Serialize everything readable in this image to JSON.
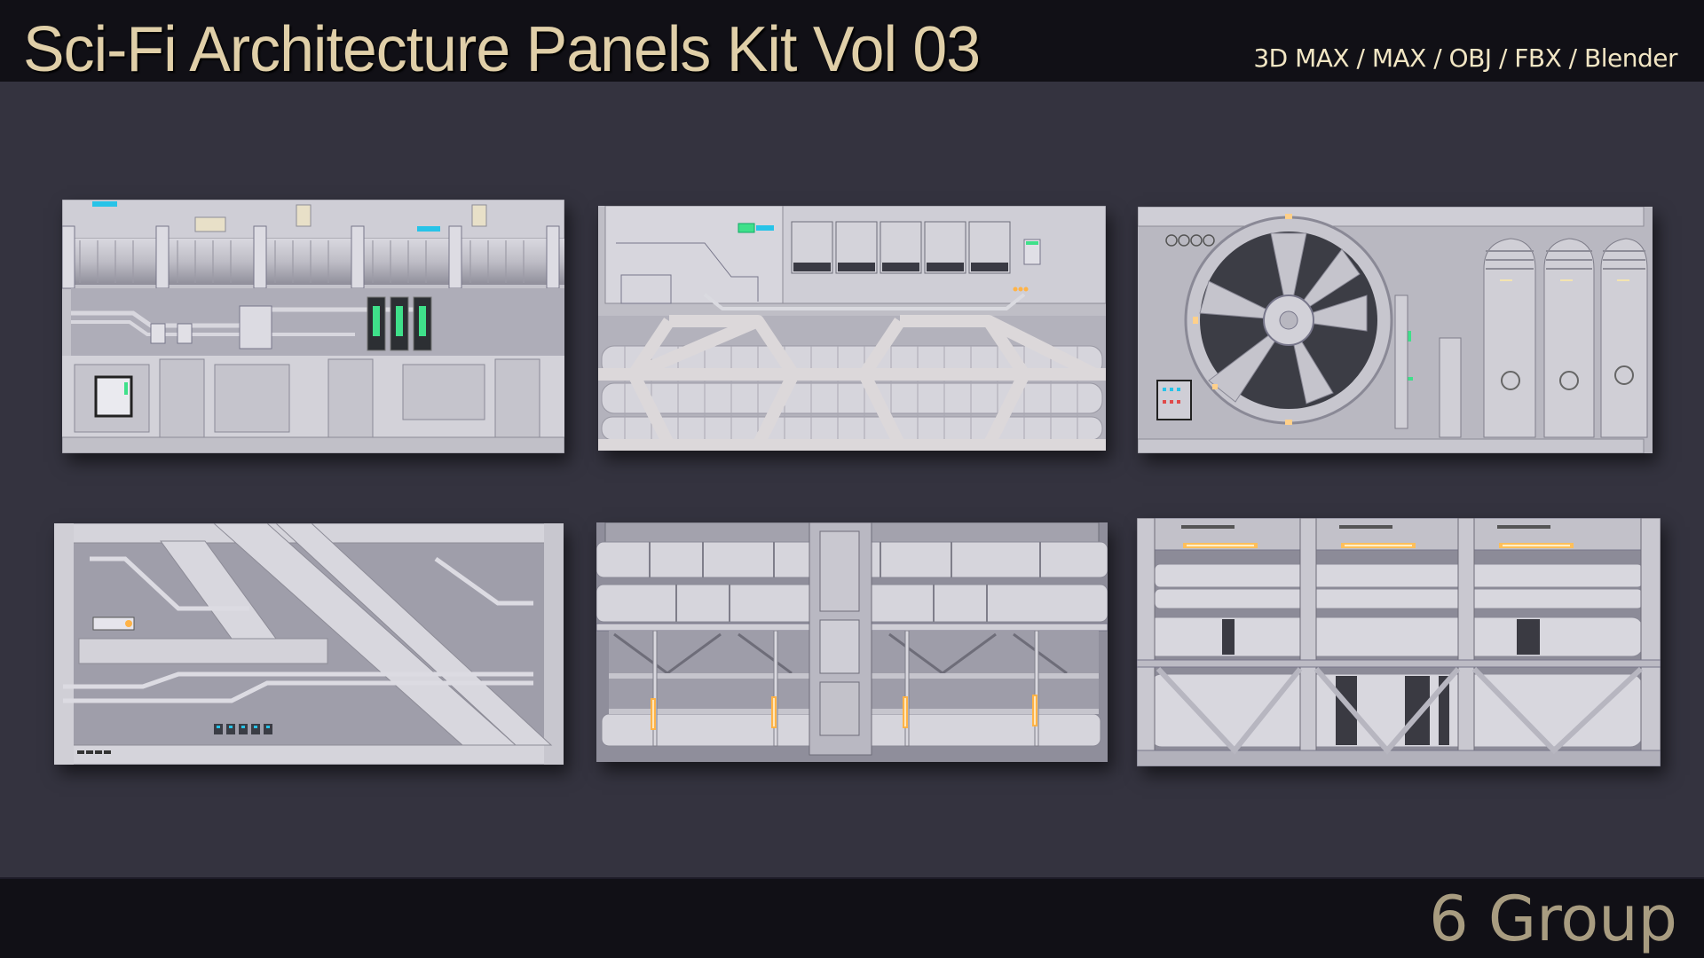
{
  "header": {
    "title": "Sci-Fi Architecture Panels Kit Vol 03",
    "formats": "3D MAX / MAX / OBJ / FBX / Blender"
  },
  "footer": {
    "group_count_label": "6 Group"
  },
  "colors": {
    "bar_background": "#111016",
    "stage_background": "#34333f",
    "title_color": "#e0cfa8",
    "formats_color": "#f2e6c4",
    "footer_text_color": "#a89c80",
    "panel_base": "#c8c7cf",
    "accent_cyan": "#27c3e8",
    "accent_green": "#3fe08a",
    "accent_amber": "#ffb347"
  },
  "panels": [
    {
      "id": 1,
      "row": 1,
      "col": 1,
      "name": "Duct wall with green gauge tubes and keypad"
    },
    {
      "id": 2,
      "row": 1,
      "col": 2,
      "name": "Server cabinet with truss-braced cylinder stack"
    },
    {
      "id": 3,
      "row": 1,
      "col": 3,
      "name": "Large exhaust fan with triple vertical pipes"
    },
    {
      "id": 4,
      "row": 2,
      "col": 1,
      "name": "Diagonal brace wall with pipes and cyan switches"
    },
    {
      "id": 5,
      "row": 2,
      "col": 2,
      "name": "Pipe rack with central pillar and amber lamps"
    },
    {
      "id": 6,
      "row": 2,
      "col": 3,
      "name": "Triple-bay cylinder frame with amber strip lights"
    }
  ]
}
